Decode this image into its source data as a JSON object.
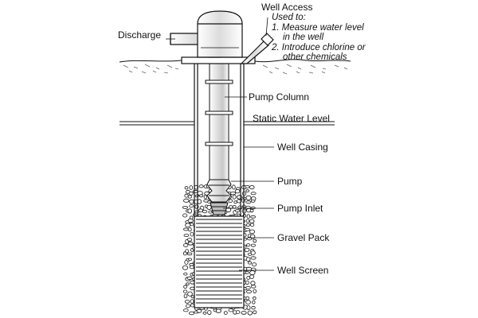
{
  "labels": {
    "discharge": "Discharge",
    "well_access": "Well Access",
    "used_to": "Used to:",
    "use_1_line_1": "1. Measure water level",
    "use_1_line_2": "in the well",
    "use_2_line_1": "2. Introduce chlorine or",
    "use_2_line_2": "other chemicals",
    "pump_column": "Pump Column",
    "static_water_level": "Static Water Level",
    "well_casing": "Well Casing",
    "pump": "Pump",
    "pump_inlet": "Pump Inlet",
    "gravel_pack": "Gravel Pack",
    "well_screen": "Well Screen"
  },
  "colors": {
    "line": "#111111",
    "shading": "#cfcfcf",
    "background": "#ffffff"
  }
}
